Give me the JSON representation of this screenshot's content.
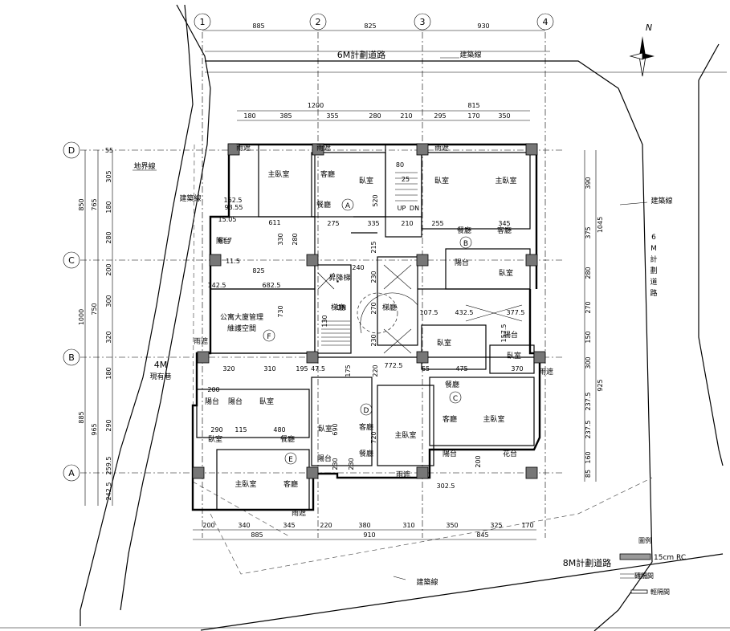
{
  "north": "N",
  "grid": {
    "columns": [
      "1",
      "2",
      "3",
      "4"
    ],
    "rows": [
      "D",
      "C",
      "B",
      "A"
    ]
  },
  "top_dims": {
    "outer": [
      "885",
      "825",
      "930"
    ],
    "line1": [
      "1200",
      "815"
    ],
    "line2": [
      "180",
      "385",
      "355",
      "280",
      "210",
      "295",
      "170",
      "350"
    ]
  },
  "bottom_dims": {
    "line1": [
      "200",
      "340",
      "345",
      "220",
      "380",
      "310",
      "350",
      "325",
      "170"
    ],
    "line2": [
      "885",
      "910",
      "845"
    ]
  },
  "left_dims": {
    "outer": [
      "850",
      "1000",
      "965"
    ],
    "mid": [
      "305",
      "765",
      "180",
      "280",
      "200",
      "750",
      "300",
      "320",
      "180",
      "885",
      "290",
      "259.5",
      "242.5"
    ],
    "extra": [
      "55"
    ]
  },
  "right_dims": {
    "inner": [
      "390",
      "375",
      "280",
      "270",
      "150",
      "300",
      "237.5",
      "237.5",
      "160",
      "85"
    ],
    "outer": [
      "1045",
      "925"
    ]
  },
  "roads": {
    "top": "6M計劃道路",
    "right_chars": [
      "6",
      "M",
      "計",
      "劃",
      "道",
      "路"
    ],
    "left_a": "4M",
    "left_b": "現有巷",
    "bottom": "8M計劃道路"
  },
  "lines": {
    "setback_top": "建築線",
    "setback_right": "建築線",
    "setback_left": "建築線",
    "setback_bottom": "建築線",
    "boundary": "地界線"
  },
  "units": {
    "A": "A",
    "B": "B",
    "C": "C",
    "D": "D",
    "E": "E",
    "F": "F"
  },
  "rooms": {
    "master": "主臥室",
    "bed": "臥室",
    "living": "客廳",
    "dining": "餐廳",
    "balcony": "陽台",
    "rain": "雨遮",
    "flower": "花台",
    "stair": "梯廳",
    "lift": "昇降梯",
    "mgmt1": "公寓大廈管理",
    "mgmt2": "維護空間",
    "up": "UP",
    "dn": "DN"
  },
  "room_dims": [
    "611",
    "330",
    "280",
    "825",
    "682.5",
    "142.5",
    "730",
    "320",
    "310",
    "195",
    "47.5",
    "175",
    "220",
    "772.5",
    "65",
    "475",
    "370",
    "275",
    "335",
    "215",
    "240",
    "230",
    "270",
    "230",
    "210",
    "255",
    "345",
    "107.5",
    "432.5",
    "377.5",
    "157.5",
    "520",
    "162.5",
    "93.55",
    "15.05",
    "63.7",
    "11.5",
    "200",
    "290",
    "115",
    "480",
    "690",
    "720",
    "230",
    "230",
    "302.5",
    "200",
    "130",
    "80",
    "25"
  ],
  "legend": {
    "title": "圖例",
    "rc": "15cm RC",
    "brick": "磚隔間",
    "light": "輕隔間"
  }
}
